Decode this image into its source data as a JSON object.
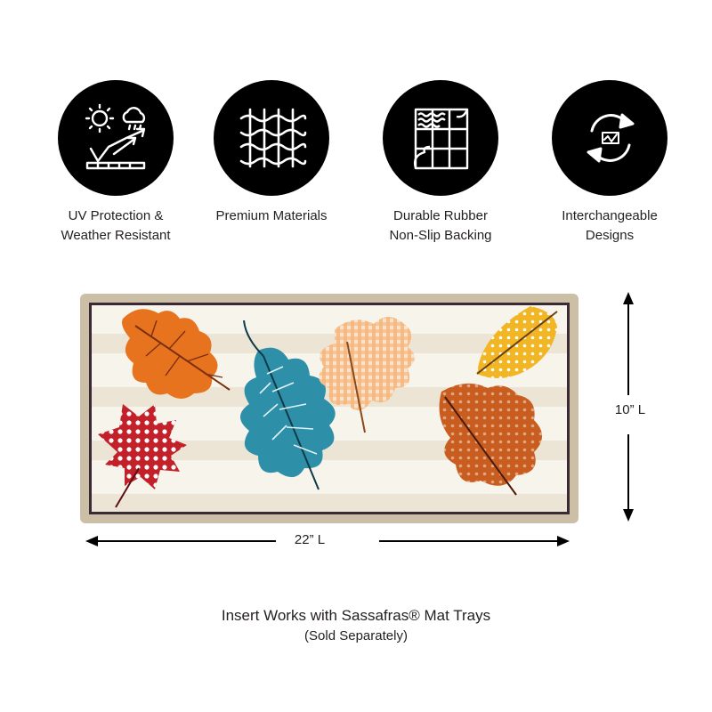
{
  "features": [
    {
      "icon": "sun-weather-icon",
      "line1": "UV Protection &",
      "line2": "Weather Resistant"
    },
    {
      "icon": "woven-material-icon",
      "line1": "Premium Materials",
      "line2": ""
    },
    {
      "icon": "rubber-grid-icon",
      "line1": "Durable Rubber",
      "line2": "Non-Slip Backing"
    },
    {
      "icon": "interchange-arrows-icon",
      "line1": "Interchangeable",
      "line2": "Designs"
    }
  ],
  "dimensions": {
    "width_label": "22” L",
    "height_label": "10” L"
  },
  "footer": {
    "title": "Insert Works with Sassafras® Mat Trays",
    "subtitle": "(Sold Separately)"
  },
  "colors": {
    "icon_background": "#000000",
    "mat_border": "#cbbfa8",
    "mat_inner_edge": "#3a2a33",
    "leaf_orange": "#e8731f",
    "leaf_red": "#c3202a",
    "leaf_teal": "#2e8fa8",
    "leaf_gold": "#f2b624",
    "leaf_rust": "#c95d1f",
    "leaf_gingham": "#f0a96a"
  }
}
